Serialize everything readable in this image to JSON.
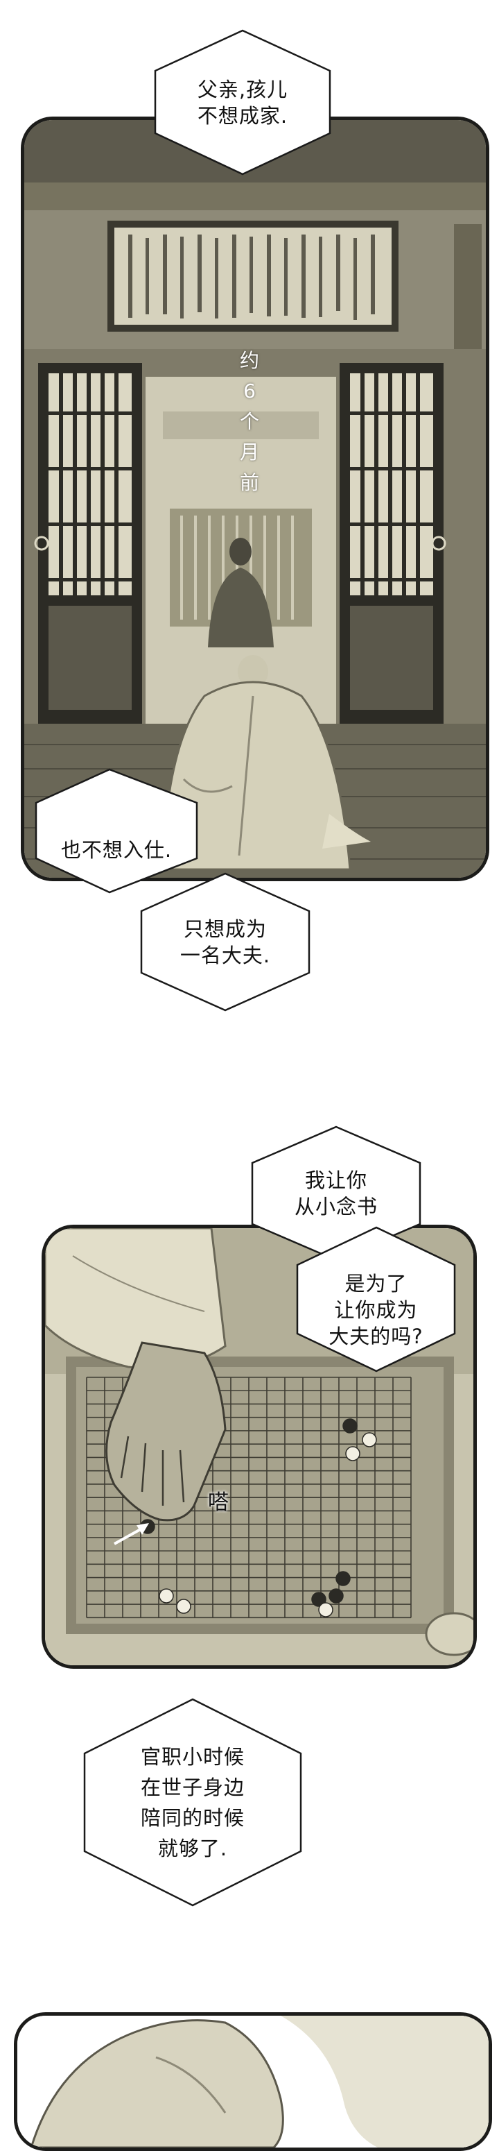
{
  "panel1": {
    "bubble_top": [
      "父亲,孩儿",
      "不想成家."
    ],
    "caption_vertical": [
      "约",
      "6",
      "个",
      "月",
      "前"
    ],
    "bubble_left": [
      "也不想入仕."
    ]
  },
  "bubble_middle": [
    "只想成为",
    "一名大夫."
  ],
  "panel2": {
    "bubble_top": [
      "我让你",
      "从小念书"
    ],
    "bubble_right": [
      "是为了",
      "让你成为",
      "大夫的吗?"
    ],
    "sfx": "嗒"
  },
  "bubble_bottom": [
    "官职小时候",
    "在世子身边",
    "陪同的时候",
    "就够了."
  ]
}
